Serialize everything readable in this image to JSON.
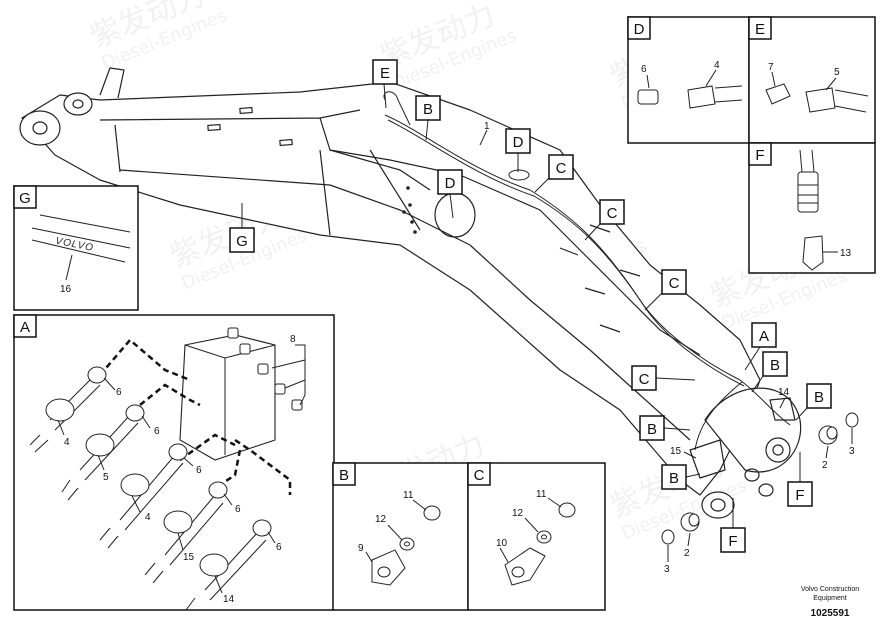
{
  "watermark": {
    "brand_cn": "紫发动力",
    "brand_en": "Diesel-Engines"
  },
  "callouts": {
    "E": "E",
    "B": "B",
    "D": "D",
    "C": "C",
    "G": "G",
    "A": "A",
    "F": "F"
  },
  "parts": {
    "p1": "1",
    "p2": "2",
    "p3": "3",
    "p4": "4",
    "p5": "5",
    "p6": "6",
    "p7": "7",
    "p8": "8",
    "p9": "9",
    "p10": "10",
    "p11": "11",
    "p12": "12",
    "p13": "13",
    "p14": "14",
    "p15": "15",
    "p16": "16"
  },
  "decal_text": "VOLVO",
  "footer": {
    "maker_line1": "Volvo Construction",
    "maker_line2": "Equipment",
    "drawing_number": "1025591"
  }
}
